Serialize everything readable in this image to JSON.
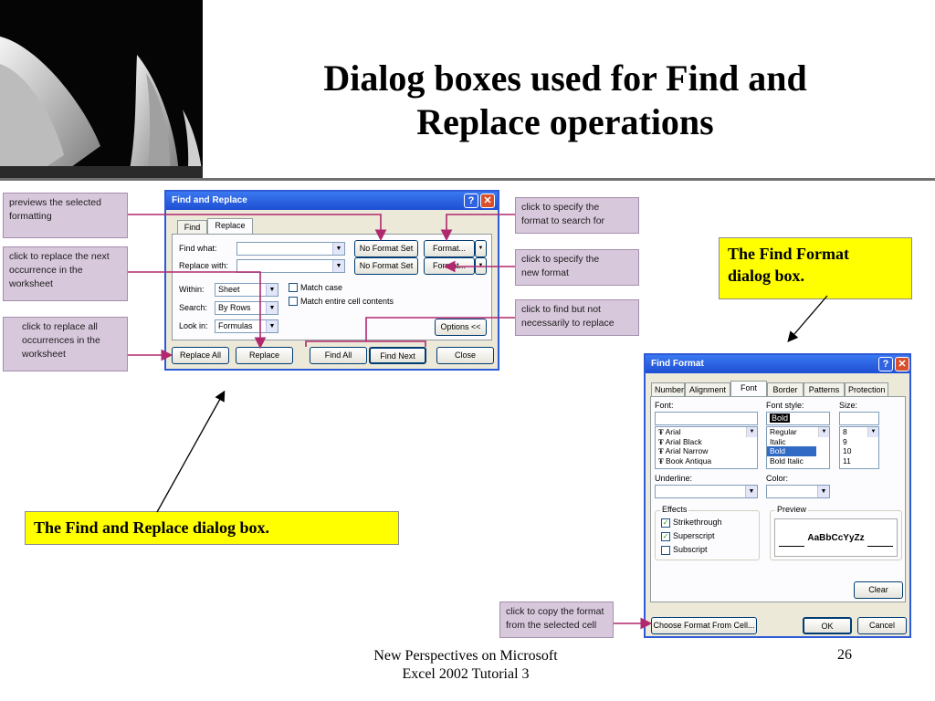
{
  "slide": {
    "title_lines": [
      "Dialog boxes used for Find and",
      "Replace operations"
    ],
    "footer_lines": [
      "New Perspectives on Microsoft",
      "Excel 2002 Tutorial 3"
    ],
    "page_number": "26"
  },
  "captions": {
    "find_format": [
      "The Find Format",
      "dialog box."
    ],
    "find_replace": "The Find and Replace dialog box."
  },
  "callouts": {
    "previews": [
      "previews the selected",
      "formatting"
    ],
    "replace_next": [
      "click to replace the next",
      "occurrence in the",
      "worksheet"
    ],
    "replace_all": [
      "click to replace all",
      "occurrences in the",
      "worksheet"
    ],
    "format_search": [
      "click to specify the",
      "format to search for"
    ],
    "format_new": [
      "click to specify the",
      "new format"
    ],
    "find_not_replace": [
      "click to find but not",
      "necessarily to replace"
    ],
    "copy_format": [
      "click to copy the format",
      "from the selected cell"
    ]
  },
  "find_replace": {
    "title": "Find and Replace",
    "tabs": [
      "Find",
      "Replace"
    ],
    "find_what_label": "Find what:",
    "replace_with_label": "Replace with:",
    "no_format_set": "No Format Set",
    "format_button": "Format...",
    "within_label": "Within:",
    "within_value": "Sheet",
    "search_label": "Search:",
    "search_value": "By Rows",
    "lookin_label": "Look in:",
    "lookin_value": "Formulas",
    "match_case": "Match case",
    "match_entire": "Match entire cell contents",
    "options": "Options <<",
    "buttons": {
      "replace_all": "Replace All",
      "replace": "Replace",
      "find_all": "Find All",
      "find_next": "Find Next",
      "close": "Close"
    }
  },
  "find_format": {
    "title": "Find Format",
    "tabs": [
      "Number",
      "Alignment",
      "Font",
      "Border",
      "Patterns",
      "Protection"
    ],
    "font_label": "Font:",
    "font_style_label": "Font style:",
    "size_label": "Size:",
    "font_style_value": "Bold",
    "fonts": [
      "Arial",
      "Arial Black",
      "Arial Narrow",
      "Book Antiqua"
    ],
    "styles": [
      "Regular",
      "Italic",
      "Bold",
      "Bold Italic"
    ],
    "sizes": [
      "8",
      "9",
      "10",
      "11"
    ],
    "underline_label": "Underline:",
    "color_label": "Color:",
    "effects_label": "Effects",
    "strikethrough": "Strikethrough",
    "superscript": "Superscript",
    "subscript": "Subscript",
    "preview_label": "Preview",
    "preview_text": "AaBbCcYyZz",
    "clear": "Clear",
    "choose_format": "Choose Format From Cell...",
    "ok": "OK",
    "cancel": "Cancel"
  },
  "colors": {
    "callout_bg": "#d8c8dc",
    "arrow": "#b0286e",
    "caption_bg": "#ffff00",
    "titlebar": "#2458e0",
    "selection": "#316ac5"
  }
}
